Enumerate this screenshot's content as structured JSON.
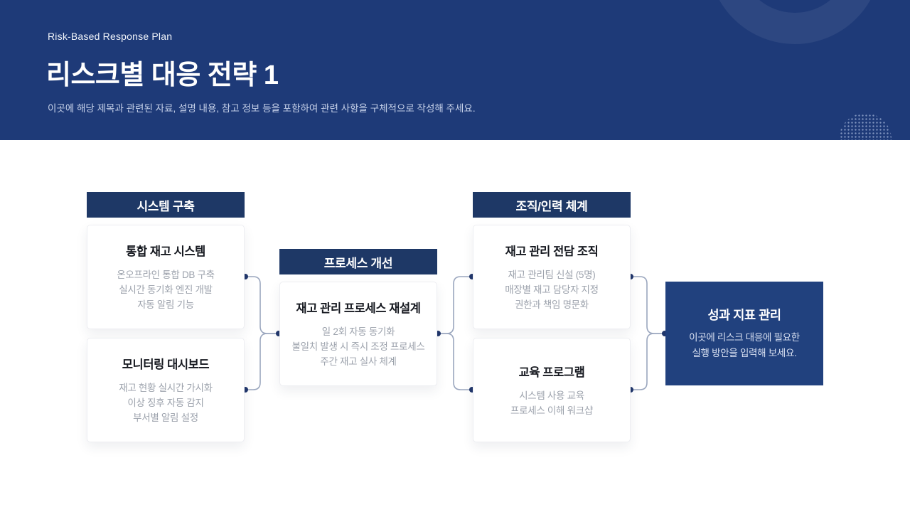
{
  "slide": {
    "eyebrow": "Risk-Based Response Plan",
    "title": "리스크별 대응 전략 1",
    "subtitle": "이곳에 해당 제목과 관련된 자료, 설명 내용, 참고 정보 등을 포함하여 관련 사항을 구체적으로 작성해 주세요."
  },
  "colors": {
    "header_band": "#1E3A78",
    "column_header_bar": "#1E3866",
    "result_box": "#21417E",
    "card_body_text": "#9CA2AC",
    "connector_line": "#9AA6BE",
    "connector_dot": "#20366B"
  },
  "diagram": {
    "columns": [
      {
        "header": "시스템 구축",
        "cards": [
          {
            "title": "통합 재고 시스템",
            "lines": [
              "온오프라인 통합 DB 구축",
              "실시간 동기화 엔진 개발",
              "자동 알림 기능"
            ]
          },
          {
            "title": "모니터링 대시보드",
            "lines": [
              "재고 현황 실시간 가시화",
              "이상 징후 자동 감지",
              "부서별 알림 설정"
            ]
          }
        ]
      },
      {
        "header": "프로세스 개선",
        "cards": [
          {
            "title": "재고 관리 프로세스 재설계",
            "lines": [
              "일 2회 자동 동기화",
              "불일치 발생 시 즉시 조정 프로세스",
              "주간 재고 실사 체계"
            ]
          }
        ]
      },
      {
        "header": "조직/인력 체계",
        "cards": [
          {
            "title": "재고 관리 전담 조직",
            "lines": [
              "재고 관리팀 신설 (5명)",
              "매장별 재고 담당자 지정",
              "권한과 책임 명문화"
            ]
          },
          {
            "title": "교육 프로그램",
            "lines": [
              "시스템 사용 교육",
              "프로세스 이해 워크샵"
            ]
          }
        ]
      }
    ],
    "result_box": {
      "title": "성과 지표 관리",
      "lines": [
        "이곳에 리스크 대응에 필요한",
        "실행 방안을 입력해 보세요."
      ]
    }
  }
}
